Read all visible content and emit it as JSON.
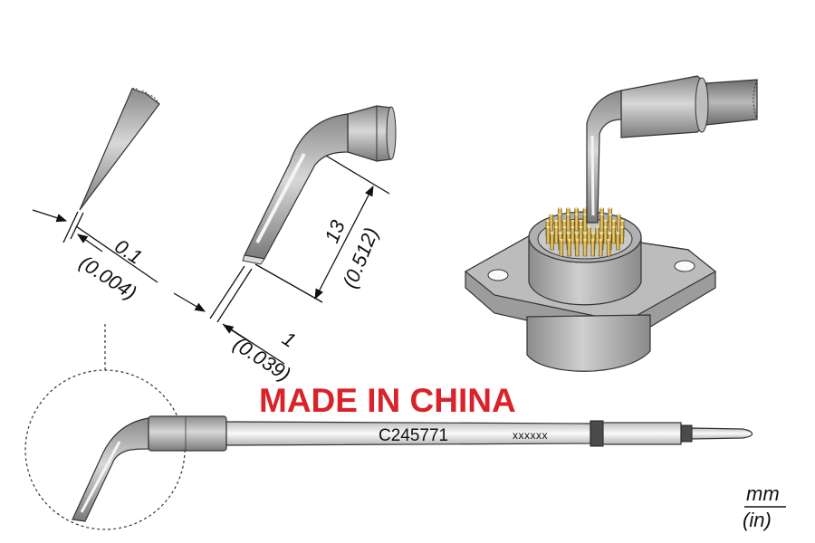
{
  "dimensions": {
    "tip_width_mm": "0.1",
    "tip_width_in": "(0.004)",
    "length_mm": "13",
    "length_in": "(0.512)",
    "blade_width_mm": "1",
    "blade_width_in": "(0.039)"
  },
  "labels": {
    "made_in": "MADE IN CHINA",
    "part_number": "C245771",
    "serial": "xxxxxx"
  },
  "units": {
    "primary": "mm",
    "secondary": "(in)"
  },
  "colors": {
    "made_in": "#d9232a",
    "metal_dark": "#7d7d7d",
    "metal_light": "#c9c9c9",
    "pins": "#d6b24a"
  }
}
